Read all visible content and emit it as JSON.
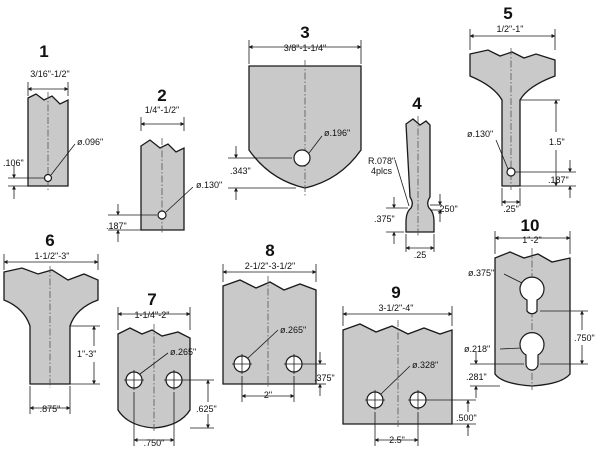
{
  "parts": [
    {
      "number": "1",
      "width_range": "3/16\"-1/2\"",
      "hole_dia": "ø.096\"",
      "hole_height": ".106\""
    },
    {
      "number": "2",
      "width_range": "1/4\"-1/2\"",
      "hole_dia": "ø.130\"",
      "hole_height": ".187\""
    },
    {
      "number": "3",
      "width_range": "3/8\"-1-1/4\"",
      "hole_dia": "ø.196\"",
      "hole_height": ".343\""
    },
    {
      "number": "4",
      "radius_note": "R.078\"",
      "radius_qty": "4plcs",
      "neck_height": ".375\"",
      "neck_width": ".250\"",
      "base_width": ".25"
    },
    {
      "number": "5",
      "width_range": "1/2\"-1\"",
      "hole_dia": "ø.130\"",
      "stem_length": "1.5\"",
      "hole_height": ".187\"",
      "stem_width": ".25\""
    },
    {
      "number": "6",
      "width_range": "1-1/2\"-3\"",
      "stem_length": "1\"-3\"",
      "stem_width": ".875\""
    },
    {
      "number": "7",
      "width_range": "1-1/4\"-2\"",
      "hole_dia": "ø.265\"",
      "hole_height": ".625\"",
      "hole_spacing": ".750\""
    },
    {
      "number": "8",
      "width_range": "2-1/2\"-3-1/2\"",
      "hole_dia": "ø.265\"",
      "hole_spacing": "2\"",
      "hole_height": ".375\""
    },
    {
      "number": "9",
      "width_range": "3-1/2\"-4\"",
      "hole_dia": "ø.328\"",
      "hole_height": ".500\"",
      "hole_spacing": "2.5\""
    },
    {
      "number": "10",
      "width_range": "1\"-2\"",
      "upper_hole_dia": "ø.375\"",
      "lower_hole_dia": "ø.218\"",
      "slot_spacing": ".750\"",
      "bottom_height": ".281\""
    }
  ]
}
